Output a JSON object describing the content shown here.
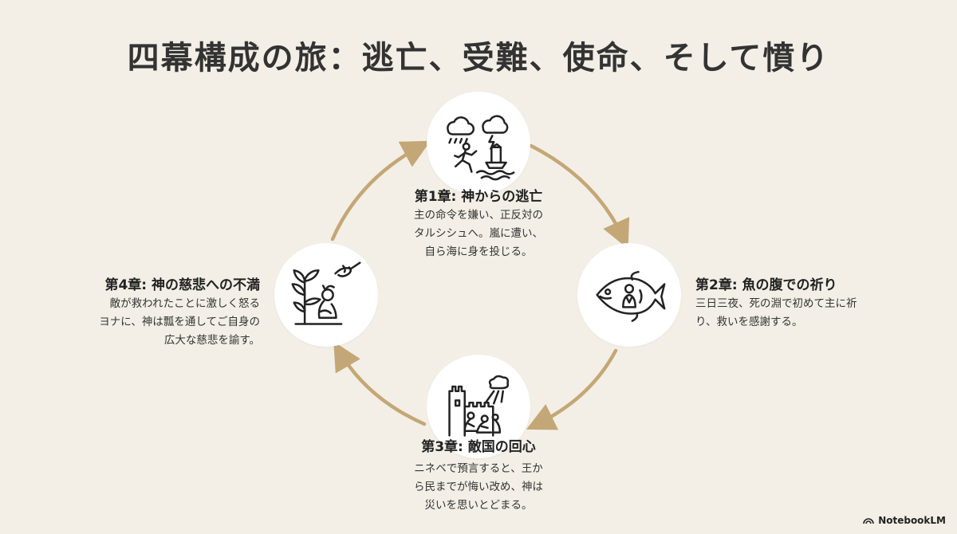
{
  "title": "四幕構成の旅：逃亡、受難、使命、そして憤り",
  "stages": [
    {
      "title": "第1章: 神からの逃亡",
      "description": "主の命令を嫌い、正反対の\nタルシシュへ。嵐に遭い、\n自ら海に身を投じる。",
      "icon": "fleeing-storm-ship-icon"
    },
    {
      "title": "第2章: 魚の腹での祈り",
      "description": "三日三夜、死の淵で初めて主に祈\nり、救いを感謝する。",
      "icon": "fish-prayer-icon"
    },
    {
      "title": "第3章: 敵国の回心",
      "description": "ニネベで預言すると、王か\nら民までが悔い改め、神は\n災いを思いとどまる。",
      "icon": "city-repentance-icon"
    },
    {
      "title": "第4章: 神の慈悲への不満",
      "description": "敵が救われたことに激しく怒る\nヨナに、神は瓢を通してご自身の\n広大な慈悲を諭す。",
      "icon": "plant-angry-man-icon"
    }
  ],
  "colors": {
    "background": "#f3efe6",
    "arrow": "#c4a777",
    "circle": "#ffffff"
  },
  "brand": "NotebookLM"
}
